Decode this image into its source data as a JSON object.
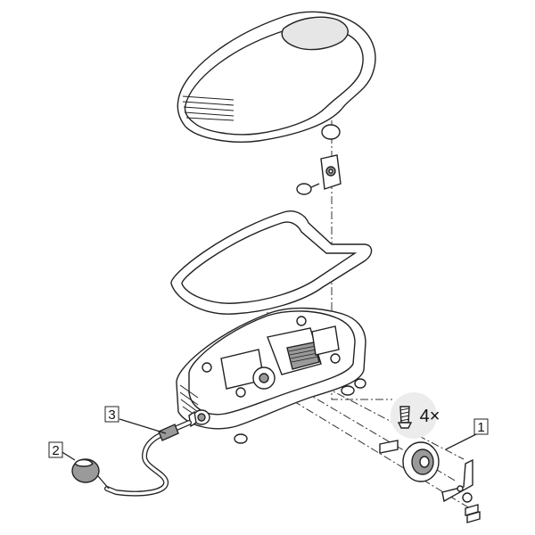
{
  "labels": {
    "part1": "1",
    "part2": "2",
    "part3": "3",
    "quantity": "4×"
  },
  "colors": {
    "line": "#222222",
    "fill_light": "#ffffff",
    "fill_grey": "#e6e6e6",
    "fill_dark": "#9a9a9a",
    "badge_fill": "#ececec"
  }
}
